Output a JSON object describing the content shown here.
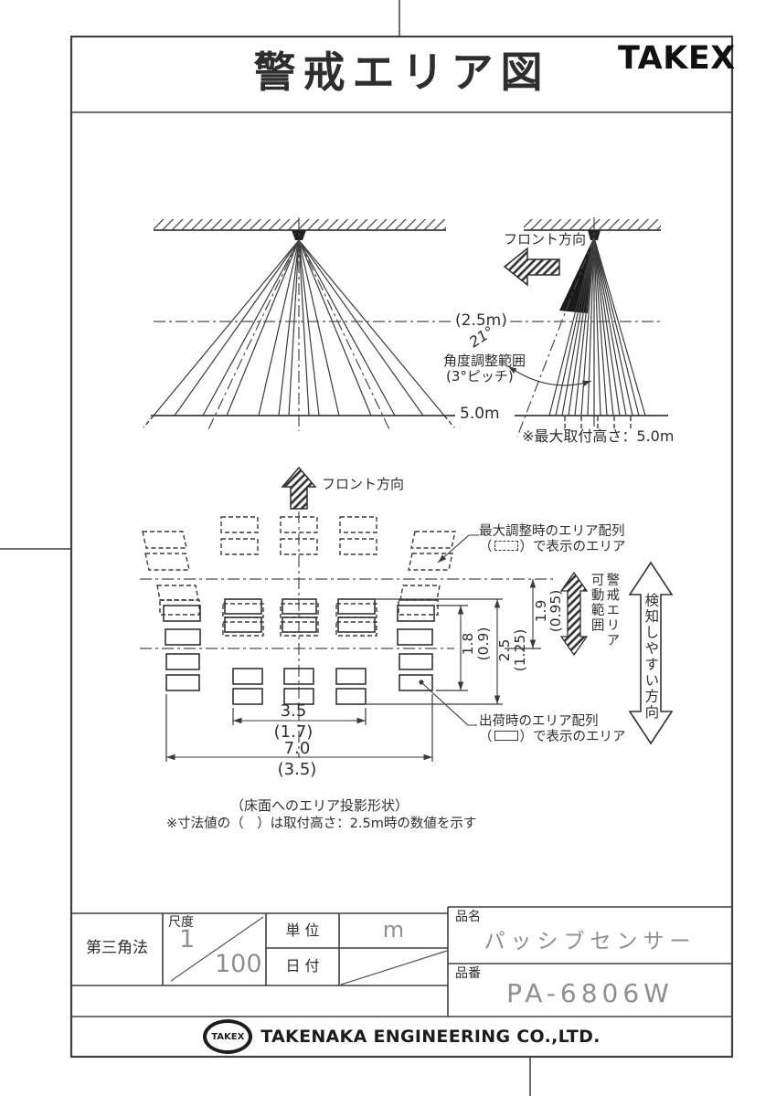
{
  "header": {
    "title": "警戒エリア図",
    "brand": "TAKEX"
  },
  "side_view": {
    "mid_height": "(2.5m)",
    "floor_height": "5.0m",
    "front": "フロント方向",
    "angle": "21°",
    "adjust1": "角度調整範囲",
    "adjust2": "(3°ピッチ)",
    "max_note": "※最大取付高さ：5.0m"
  },
  "plan_view": {
    "front": "フロント方向",
    "max_line1": "最大調整時のエリア配列",
    "ship_line1": "出荷時のエリア配列",
    "legend_open": "（",
    "legend_close": "）で表示のエリア",
    "movable1": "警戒エリア",
    "movable2": "可動範囲",
    "detect": "検知しやすい方向",
    "note1": "（床面へのエリア投影形状）",
    "note2": "※寸法値の（　）は取付高さ：2.5m時の数値を示す",
    "dims": {
      "w_in": "3.5",
      "w_in_p": "(1.7)",
      "w_out": "7.0",
      "w_out_p": "(3.5)",
      "h_in": "1.8",
      "h_in_p": "(0.9)",
      "h_out": "2.5",
      "h_out_p": "(1.25)",
      "h_rng": "1.9",
      "h_rng_p": "(0.95)"
    }
  },
  "title_block": {
    "projection": "第三角法",
    "scale_label": "尺度",
    "scale_num": "1",
    "scale_den": "100",
    "unit_label": "単 位",
    "unit_value": "m",
    "date_label": "日 付",
    "name_label": "品名",
    "name_value": "パッシブセンサー",
    "part_label": "品番",
    "part_value": "PA-6806W"
  },
  "footer": {
    "logo": "TAKEX",
    "company": "TAKENAKA ENGINEERING CO.,LTD."
  },
  "colors": {
    "line": "#3f3f3f",
    "cad_text": "#8f8f8f",
    "ink": "#1d1d1d"
  }
}
